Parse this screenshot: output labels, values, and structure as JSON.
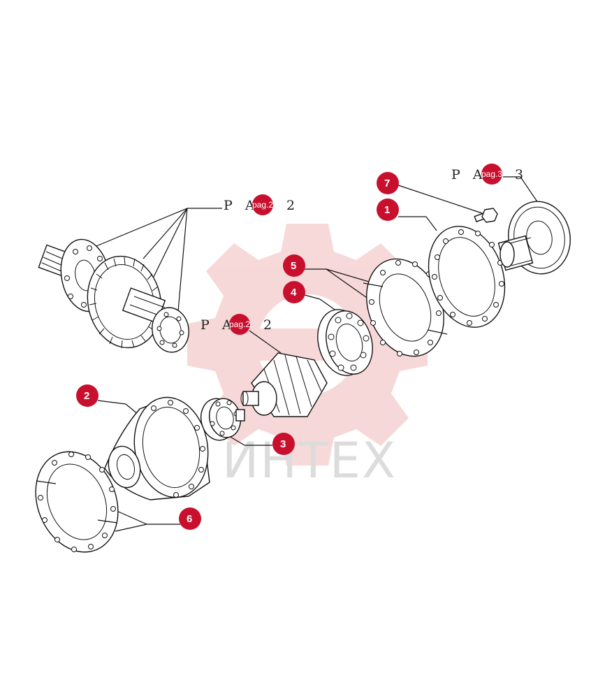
{
  "watermark": {
    "text": "ИНТЕХ"
  },
  "references": [
    {
      "prefix": "P A",
      "tag": "pag.2",
      "suffix": "2"
    },
    {
      "prefix": "P A",
      "tag": "pag.2",
      "suffix": "2"
    },
    {
      "prefix": "P A",
      "tag": "pag.3",
      "suffix": "3"
    }
  ],
  "callouts": [
    {
      "label": "1"
    },
    {
      "label": "2"
    },
    {
      "label": "3"
    },
    {
      "label": "4"
    },
    {
      "label": "5"
    },
    {
      "label": "6"
    },
    {
      "label": "7"
    }
  ],
  "colors": {
    "badge": "#c8102e",
    "watermark": "#f2b9b9",
    "line": "#111111"
  }
}
